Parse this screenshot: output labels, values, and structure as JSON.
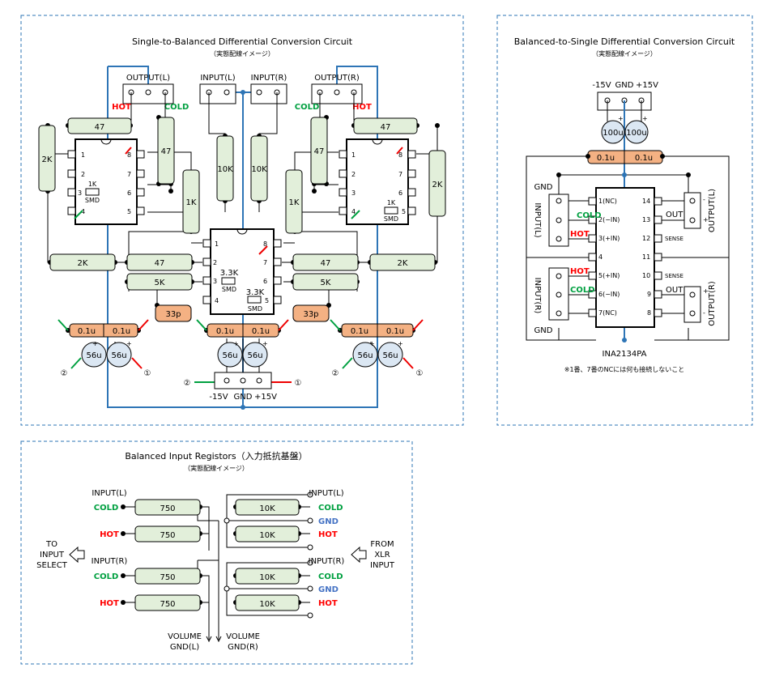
{
  "panel1": {
    "title": "Single-to-Balanced Differential Conversion Circuit",
    "subtitle": "（実態配線イメージ）",
    "output_l": "OUTPUT(L)",
    "output_r": "OUTPUT(R)",
    "input_l": "INPUT(L)",
    "input_r": "INPUT(R)",
    "hot": "HOT",
    "cold": "COLD",
    "r47": "47",
    "r2k": "2K",
    "r1k": "1K",
    "r10k": "10K",
    "r5k": "5K",
    "r33k": "3.3K",
    "smd": "SMD",
    "c33p": "33p",
    "c01u": "0.1u",
    "c56u": "56u",
    "neg15": "-15V",
    "gnd": "GND",
    "pos15": "+15V",
    "m1": "①",
    "m2": "②",
    "plus": "+",
    "minus": "-",
    "pins": [
      "1",
      "2",
      "3",
      "4",
      "5",
      "6",
      "7",
      "8"
    ]
  },
  "panel2": {
    "title": "Balanced-to-Single Differential Conversion Circuit",
    "subtitle": "（実態配線イメージ）",
    "neg15": "-15V",
    "gnd": "GND",
    "pos15": "+15V",
    "c100u": "100u",
    "c01u": "0.1u",
    "gnd_label": "GND",
    "input_l": "INPUT(L)",
    "input_r": "INPUT(R)",
    "output_l": "OUTPUT(L)",
    "output_r": "OUTPUT(R)",
    "cold": "COLD",
    "hot": "HOT",
    "out": "OUT",
    "ic_name": "INA2134PA",
    "note": "※1番、7番のNCには何も接続しないこと",
    "left_pins": [
      "1(NC)",
      "2(−IN)",
      "3(+IN)",
      "4",
      "5(+IN)",
      "6(−IN)",
      "7(NC)"
    ],
    "right_pins": [
      "14",
      "13",
      "12",
      "11",
      "10",
      "9",
      "8"
    ],
    "sense": "SENSE",
    "plus": "+",
    "minus": "-"
  },
  "panel3": {
    "title": "Balanced Input Registors（入力抵抗基盤）",
    "subtitle": "（実態配線イメージ）",
    "input_l": "INPUT(L)",
    "input_r": "INPUT(R)",
    "cold": "COLD",
    "hot": "HOT",
    "gnd": "GND",
    "r750": "750",
    "r10k": "10K",
    "to_input": [
      "TO",
      "INPUT",
      "SELECT"
    ],
    "from_xlr": [
      "FROM",
      "XLR",
      "INPUT"
    ],
    "vol_l": [
      "VOLUME",
      "GND(L)"
    ],
    "vol_r": [
      "VOLUME",
      "GND(R)"
    ]
  }
}
